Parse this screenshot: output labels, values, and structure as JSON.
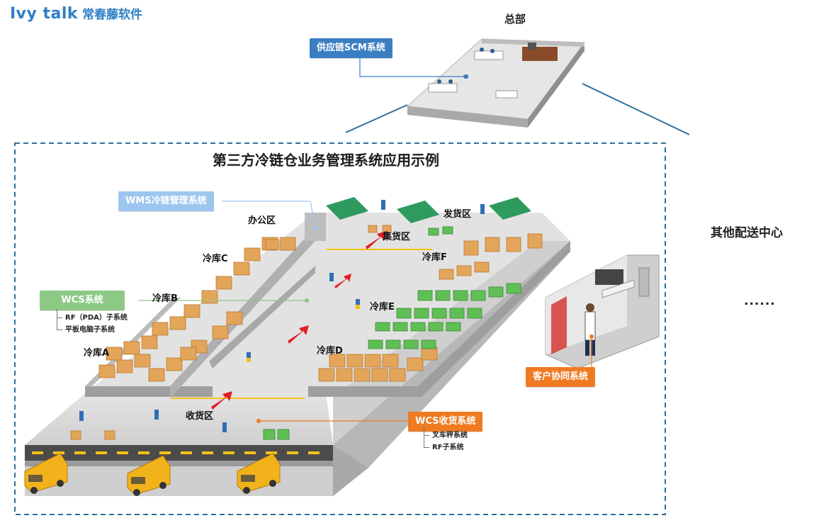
{
  "logo": {
    "brand": "Ivy talk",
    "company": "常春藤软件"
  },
  "hq": {
    "title": "总部",
    "scm_label": "供应链SCM系统"
  },
  "main_title": "第三方冷链仓业务管理系统应用示例",
  "other_center": "其他配送中心",
  "ellipsis": "......",
  "systems": {
    "wms": "WMS冷链管理系统",
    "wcs": "WCS系统",
    "wcs_items": [
      "RF（PDA）子系统",
      "平板电脑子系统"
    ],
    "wcs_receiving": "WCS收货系统",
    "wcs_receiving_items": [
      "叉车秤系统",
      "RF子系统"
    ],
    "customer": "客户协同系统"
  },
  "zones": {
    "office": "办公区",
    "shipping": "发货区",
    "staging": "集货区",
    "cold_a": "冷库A",
    "cold_b": "冷库B",
    "cold_c": "冷库C",
    "cold_d": "冷库D",
    "cold_e": "冷库E",
    "cold_f": "冷库F",
    "receiving": "收货区"
  },
  "colors": {
    "brand_blue": "#2e7fc4",
    "scm_blue": "#3a7fc2",
    "wms_blue": "#9cc6ef",
    "wcs_green": "#8cc985",
    "receiving_orange": "#ef7a22",
    "customer_orange": "#ef7a22",
    "dashed_border": "#2e6f9e",
    "floor": "#dcdcdc",
    "wall": "#b8b8b8",
    "truck": "#f2b21b",
    "goods_box": "#e3a55a",
    "green_goods": "#5fbf55",
    "arrow_red": "#e31e24"
  }
}
